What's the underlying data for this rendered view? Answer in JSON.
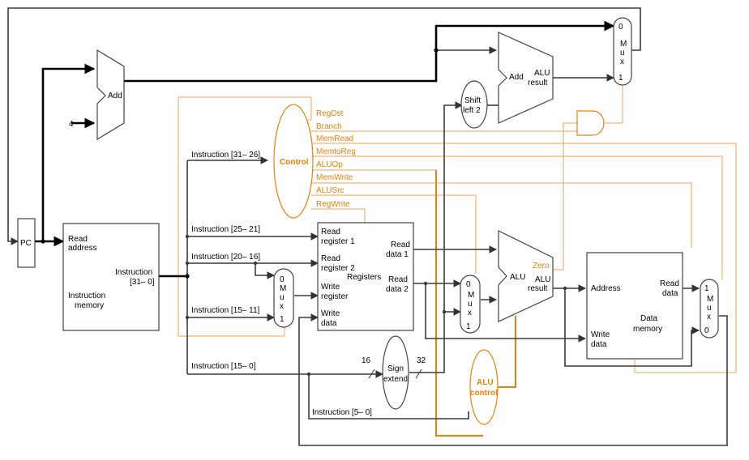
{
  "pc": "PC",
  "adder_pc": "Add",
  "const4": "4",
  "imem": {
    "read_address": [
      "Read",
      "address"
    ],
    "instruction": [
      "Instruction",
      "[31– 0]"
    ],
    "title": [
      "Instruction",
      "memory"
    ]
  },
  "control": {
    "title": "Control",
    "signals": [
      "RegDst",
      "Branch",
      "MemRead",
      "MemtoReg",
      "ALUOp",
      "MemWrite",
      "ALUSrc",
      "RegWrite"
    ]
  },
  "fields": {
    "f31_26": "Instruction [31– 26]",
    "f25_21": "Instruction [25– 21]",
    "f20_16": "Instruction [20– 16]",
    "f15_11": "Instruction [15– 11]",
    "f15_0": "Instruction [15– 0]",
    "f5_0": "Instruction [5– 0]"
  },
  "registers": {
    "read_reg1": [
      "Read",
      "register 1"
    ],
    "read_reg2": [
      "Read",
      "register 2"
    ],
    "write_reg": [
      "Write",
      "register"
    ],
    "write_data": [
      "Write",
      "data"
    ],
    "read_data1": [
      "Read",
      "data 1"
    ],
    "read_data2": [
      "Read",
      "data 2"
    ],
    "title": "Registers"
  },
  "sign_extend": {
    "label": [
      "Sign",
      "extend"
    ],
    "in_bits": "16",
    "out_bits": "32"
  },
  "shift_left": [
    "Shift",
    "left 2"
  ],
  "adder_branch": {
    "label": "Add",
    "result": [
      "ALU",
      "result"
    ]
  },
  "alu": {
    "label": "ALU",
    "zero": "Zero",
    "result": [
      "ALU",
      "result"
    ]
  },
  "alu_control": [
    "ALU",
    "control"
  ],
  "data_memory": {
    "address": "Address",
    "read_data": [
      "Read",
      "data"
    ],
    "write_data": [
      "Write",
      "data"
    ],
    "title": [
      "Data",
      "memory"
    ]
  },
  "mux": {
    "top_pc": [
      "0",
      "M",
      "u",
      "x",
      "1"
    ],
    "reg_dst": [
      "0",
      "M",
      "u",
      "x",
      "1"
    ],
    "alu_src": [
      "0",
      "M",
      "u",
      "x",
      "1"
    ],
    "mem_to_reg": [
      "1",
      "M",
      "u",
      "x",
      "0"
    ]
  },
  "colors": {
    "control": "#e8820c",
    "datapath": "#3a3a3a",
    "control_light": "#f2a154"
  }
}
